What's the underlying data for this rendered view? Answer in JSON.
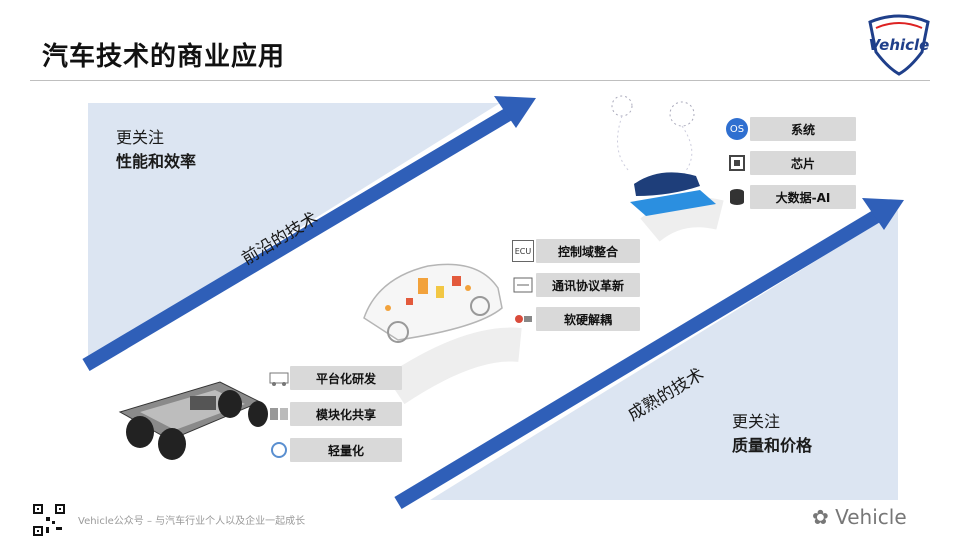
{
  "title": "汽车技术的商业应用",
  "logo_text": "Vehicle",
  "top_left": {
    "line1": "更关注",
    "line2": "性能和效率"
  },
  "bottom_right": {
    "line1": "更关注",
    "line2": "质量和价格"
  },
  "arrow_top_label": "前沿的技术",
  "arrow_bottom_label": "成熟的技术",
  "group_low": [
    {
      "label": "平台化研发",
      "icon": "platform-icon"
    },
    {
      "label": "模块化共享",
      "icon": "module-icon"
    },
    {
      "label": "轻量化",
      "icon": "lightweight-icon"
    }
  ],
  "group_mid": [
    {
      "label": "控制域整合",
      "icon": "ecu-chip-icon",
      "icon_text": "ECU"
    },
    {
      "label": "通讯协议革新",
      "icon": "protocol-icon"
    },
    {
      "label": "软硬解耦",
      "icon": "decouple-icon"
    }
  ],
  "group_high": [
    {
      "label": "系统",
      "icon": "os-icon",
      "icon_text": "OS"
    },
    {
      "label": "芯片",
      "icon": "chip-icon"
    },
    {
      "label": "大数据-AI",
      "icon": "database-icon"
    }
  ],
  "footer": "Vehicle公众号 – 与汽车行业个人以及企业一起成长",
  "watermark": "Vehicle",
  "colors": {
    "arrow": "#2f5fb8",
    "band": "#dce5f2",
    "pill": "#d9d9d9"
  }
}
